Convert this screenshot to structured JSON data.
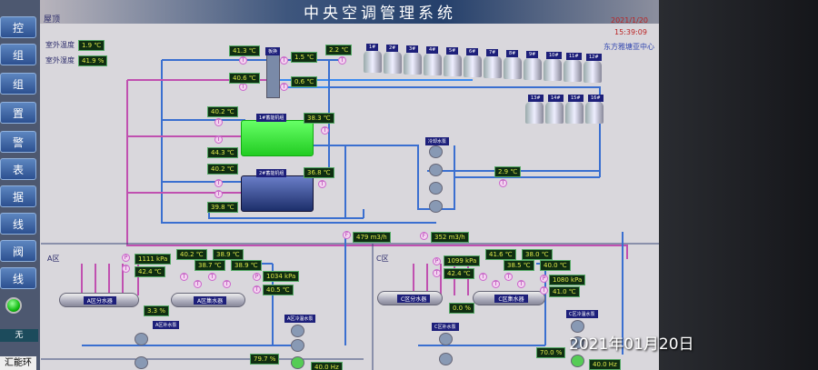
{
  "window": {
    "title": "中央空调管理系统",
    "date": "2021/1/20",
    "time": "15:39:09",
    "org": "东方雅塘亚中心",
    "section": "屋顶"
  },
  "sidebar": {
    "items": [
      "控",
      "组",
      "组",
      "置",
      "警",
      "表",
      "据",
      "线",
      "阀",
      "线"
    ],
    "status": "无",
    "footer": "汇能环"
  },
  "outdoor": {
    "temp_label": "室外温度",
    "temp": "1.9 ℃",
    "hum_label": "室外湿度",
    "hum": "41.9 %"
  },
  "labels": {
    "plate_hx": "板换",
    "chiller1": "1#蓄能机组",
    "chiller2": "2#蓄能机组",
    "cw_pump": "冷却水泵",
    "zone_a": "A区",
    "zone_c": "C区",
    "a_supply": "A区分水器",
    "a_return": "A区集水器",
    "a_makeup": "A区补水泵",
    "a_pump": "A区冷温水泵",
    "c_supply": "C区分水器",
    "c_return": "C区集水器",
    "c_makeup": "C区补水泵",
    "c_pump": "C区冷温水泵"
  },
  "towers": [
    "1#",
    "2#",
    "3#",
    "4#",
    "5#",
    "6#",
    "7#",
    "8#",
    "9#",
    "10#",
    "11#",
    "12#",
    "13#",
    "14#",
    "15#",
    "16#"
  ],
  "readouts": [
    "41.3 ℃",
    "40.6 ℃",
    "1.5 ℃",
    "0.6 ℃",
    "2.2 ℃",
    "40.2 ℃",
    "38.3 ℃",
    "44.3 ℃",
    "40.2 ℃",
    "36.8 ℃",
    "39.8 ℃",
    "2.9 ℃",
    "479 m3/h",
    "352 m3/h",
    "1111 kPa",
    "42.4 ℃",
    "40.2 ℃",
    "38.7 ℃",
    "38.9 ℃",
    "38.9 ℃",
    "1034 kPa",
    "40.5 ℃",
    "3.3 %",
    "79.7 %",
    "40.0 Hz",
    "1099 kPa",
    "42.4 ℃",
    "41.6 ℃",
    "38.5 ℃",
    "38.0 ℃",
    "40.0 ℃",
    "1080 kPa",
    "41.0 ℃",
    "0.0 %",
    "70.0 %",
    "40.0 Hz"
  ],
  "watermark": "2021年01月20日"
}
